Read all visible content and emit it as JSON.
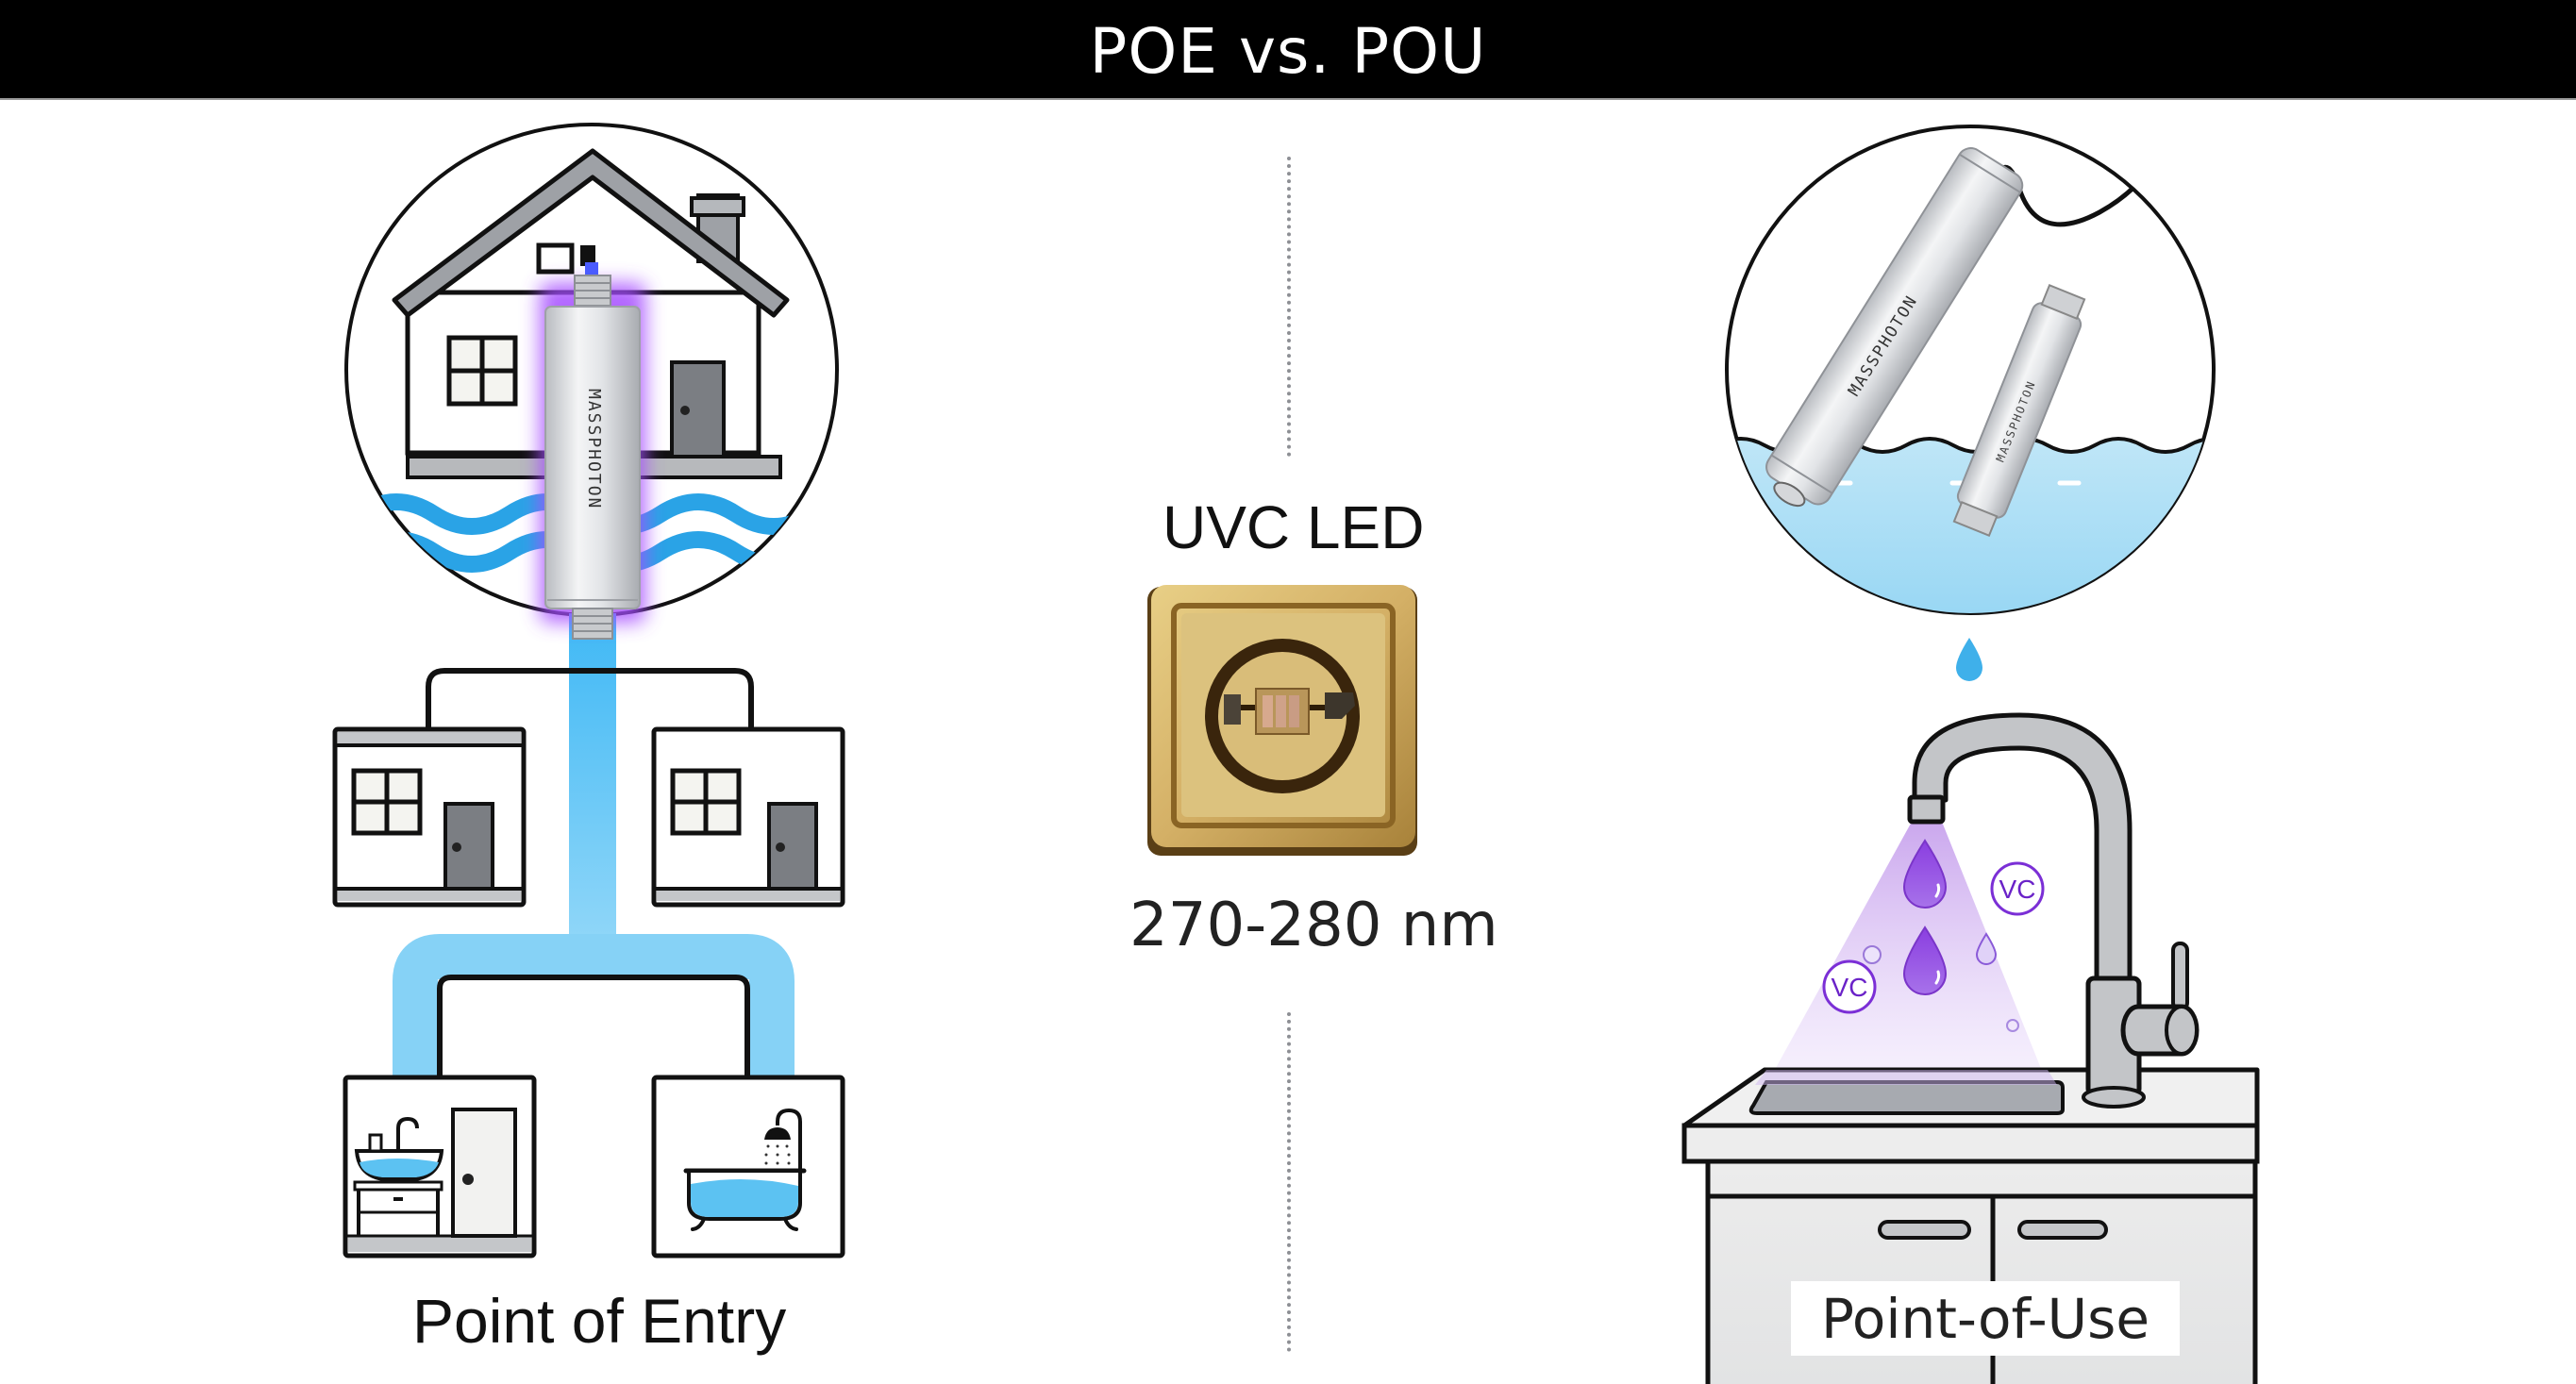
{
  "header": {
    "title": "POE vs. POU"
  },
  "left_panel": {
    "label": "Point of Entry",
    "device_brand": "MASSPHOTON",
    "main_house_icon": "house-icon",
    "branch_units": [
      "house-unit-left",
      "house-unit-right"
    ],
    "rooms": [
      "bathroom-sink-room",
      "bathtub-shower-room"
    ]
  },
  "center_panel": {
    "title": "UVC LED",
    "wavelength": "270-280 nm",
    "component_icon": "uvc-led-chip-icon"
  },
  "right_panel": {
    "label": "Point-of-Use",
    "device_brand_large": "MASSPHOTON",
    "device_brand_small": "MASSPHOTON",
    "badges": [
      "VC",
      "VC"
    ],
    "faucet_icon": "kitchen-faucet-icon",
    "sink_icon": "sink-cabinet-icon"
  },
  "colors": {
    "header_bg": "#000000",
    "water_blue": "#3fb5ee",
    "pipe_blue": "#6cc8f5",
    "uv_purple": "#8a3ee0",
    "uv_glow": "#a64dff",
    "gold": "#c9a24a",
    "steel": "#d4d6da",
    "outline": "#111111"
  }
}
